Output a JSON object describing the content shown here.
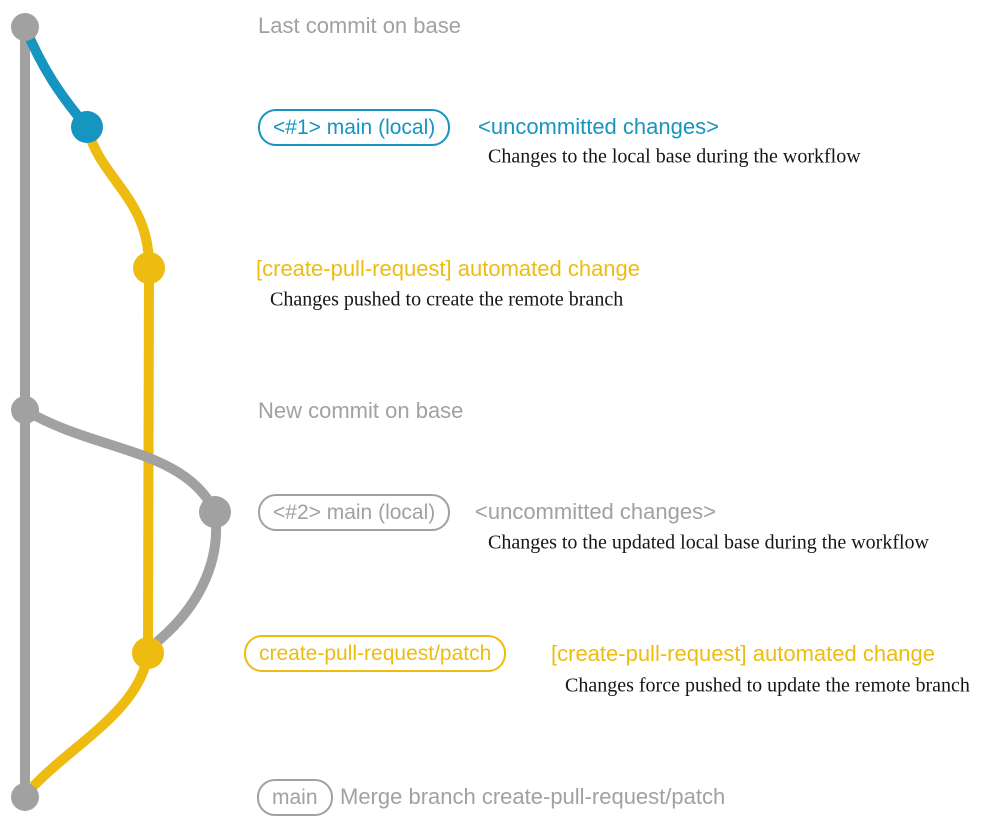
{
  "colors": {
    "teal": "#1695c1",
    "yellow": "#eebc11",
    "gray": "#a1a1a1",
    "caption": "#161616"
  },
  "annotations": {
    "last_commit": "Last commit on base",
    "new_commit": "New commit on base",
    "merge": "Merge branch create-pull-request/patch"
  },
  "badges": {
    "main_local_1": "<#1> main (local)",
    "main_local_2": "<#2> main (local)",
    "patch_branch": "create-pull-request/patch",
    "main": "main"
  },
  "events": {
    "uncommitted_1": {
      "title": "<uncommitted changes>",
      "caption": "Changes to the local base during the workflow"
    },
    "automated_1": {
      "title": "[create-pull-request] automated change",
      "caption": "Changes pushed to create the remote branch"
    },
    "uncommitted_2": {
      "title": "<uncommitted changes>",
      "caption": "Changes to the updated local base during the workflow"
    },
    "automated_2": {
      "title": "[create-pull-request] automated change",
      "caption": "Changes force pushed to update the remote branch"
    }
  }
}
